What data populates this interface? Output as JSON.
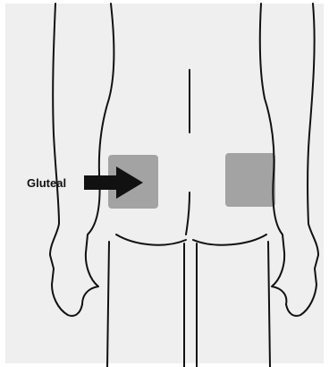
{
  "diagram": {
    "label": "Gluteal",
    "colors": {
      "background": "#efefef",
      "outline": "#111111",
      "injection_zone": "#a3a3a3",
      "arrow": "#111111",
      "label_text": "#111111"
    },
    "injection_sites": [
      "left-gluteal-area",
      "right-gluteal-area"
    ]
  }
}
